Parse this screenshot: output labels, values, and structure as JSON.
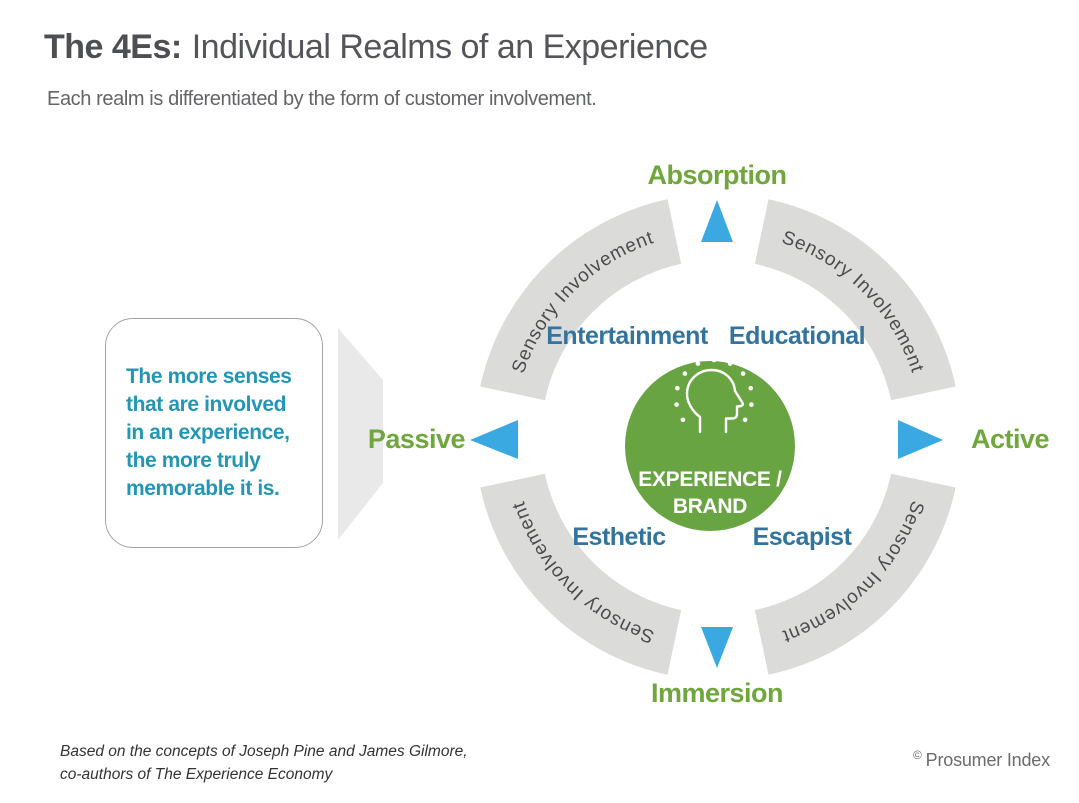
{
  "header": {
    "title_bold": "The 4Es:",
    "title_rest": "Individual Realms of an Experience",
    "subtitle": "Each realm is differentiated by the form of customer involvement."
  },
  "callout": {
    "text": "The more senses that are involved in an experience, the more truly memorable it is."
  },
  "diagram": {
    "ring_label": "Sensory Involvement",
    "axes": {
      "top": "Absorption",
      "bottom": "Immersion",
      "left": "Passive",
      "right": "Active"
    },
    "quadrants": {
      "top_left": "Entertainment",
      "top_right": "Educational",
      "bottom_left": "Esthetic",
      "bottom_right": "Escapist"
    },
    "center": {
      "line1": "EXPERIENCE /",
      "line2": "BRAND",
      "icon": "head-idea-icon"
    },
    "colors": {
      "axis_green": "#6FA73C",
      "quadrant_blue": "#33749F",
      "arrow_blue": "#3BA9E1",
      "ring_gray": "#DBDBDA",
      "center_green": "#69A443",
      "callout_teal": "#2496B5"
    }
  },
  "footer": {
    "credit_line1": "Based on the concepts of Joseph Pine and James Gilmore,",
    "credit_line2": "co-authors of The Experience Economy",
    "copyright_symbol": "©",
    "copyright_text": "Prosumer Index"
  }
}
